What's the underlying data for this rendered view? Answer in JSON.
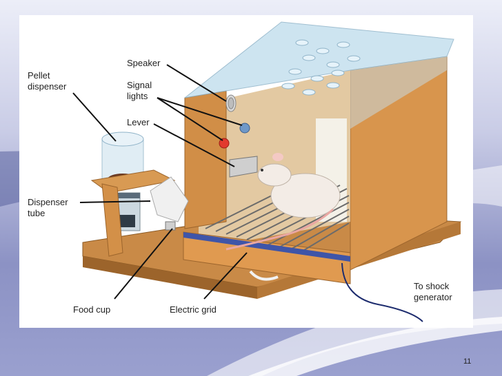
{
  "labels": {
    "speaker": "Speaker",
    "signal_lights_1": "Signal",
    "signal_lights_2": "lights",
    "lever": "Lever",
    "pellet_dispenser_1": "Pellet",
    "pellet_dispenser_2": "dispenser",
    "dispenser_tube_1": "Dispenser",
    "dispenser_tube_2": "tube",
    "food_cup": "Food cup",
    "electric_grid": "Electric grid",
    "shock_1": "To shock",
    "shock_2": "generator"
  },
  "slide_number": "11",
  "colors": {
    "wood": "#d4914a",
    "wood_dark": "#a96a2c",
    "glass": "#b9d9ea",
    "signal_red": "#e23a2e",
    "signal_blue": "#6f98c8"
  }
}
